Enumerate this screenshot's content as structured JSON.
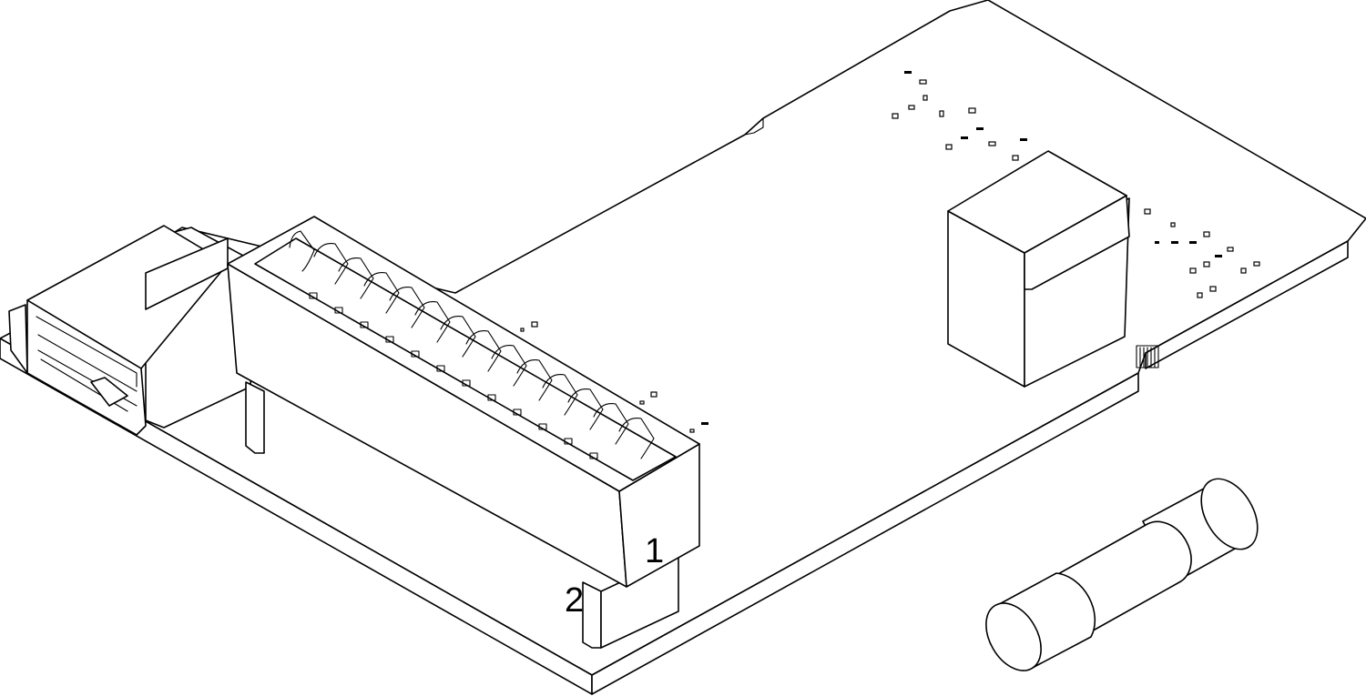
{
  "diagram": {
    "components": [
      {
        "id": "pcb-board",
        "kind": "printed circuit board"
      },
      {
        "id": "card-edge-connector",
        "kind": "connector"
      },
      {
        "id": "side-connector",
        "kind": "connector"
      },
      {
        "id": "block-component",
        "kind": "box component"
      },
      {
        "id": "cartridge-fuse",
        "kind": "fuse (separate part)"
      }
    ],
    "markings": {
      "pin_1": "1",
      "pin_2": "2"
    },
    "colors": {
      "line": "#000000",
      "fill": "#ffffff"
    },
    "style": "isometric line drawing"
  }
}
